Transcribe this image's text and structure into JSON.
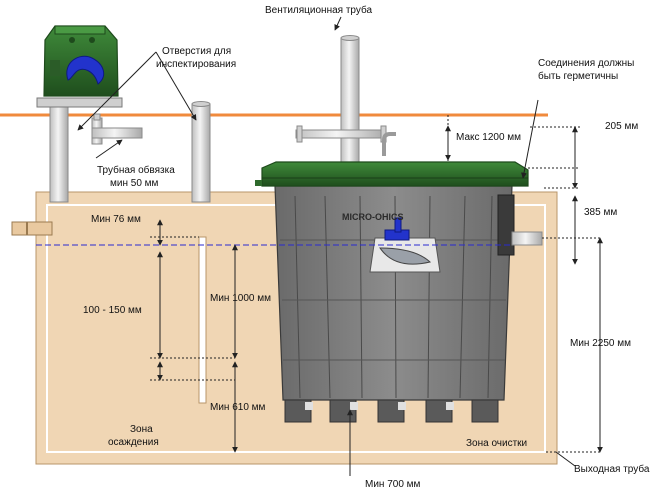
{
  "labels": {
    "vent_pipe": "Вентиляционная труба",
    "inspection_holes_1": "Отверстия для",
    "inspection_holes_2": "инспектирования",
    "joints_1": "Соединения должны",
    "joints_2": "быть герметичны",
    "pipe_binding_1": "Трубная обвязка",
    "pipe_binding_2": "мин 50 мм",
    "max_1200": "Макс 1200 мм",
    "mm_205": "205 мм",
    "mm_385": "385 мм",
    "min_76": "Мин 76 мм",
    "range_100_150": "100 - 150 мм",
    "min_1000": "Мин 1000 мм",
    "min_610": "Мин 610 мм",
    "min_2250": "Мин 2250 мм",
    "min_700": "Мин 700 мм",
    "settling_zone_1": "Зона",
    "settling_zone_2": "осаждения",
    "cleaning_zone": "Зона очистки",
    "outlet_pipe": "Выходная труба",
    "brand": "MICRO-OHICS"
  },
  "colors": {
    "soil": "#f0d6b4",
    "soil_edge": "#b8956a",
    "tank": "#7a7a7a",
    "tank_dark": "#4a4a4a",
    "lid": "#2f6a2c",
    "lid_dark": "#1e4a1c",
    "ground_line": "#f08a3c",
    "water_line": "#2a2ad0",
    "pipe": "#dcdcdc",
    "pipe_edge": "#8a8a8a",
    "impeller": "#2233cc"
  }
}
